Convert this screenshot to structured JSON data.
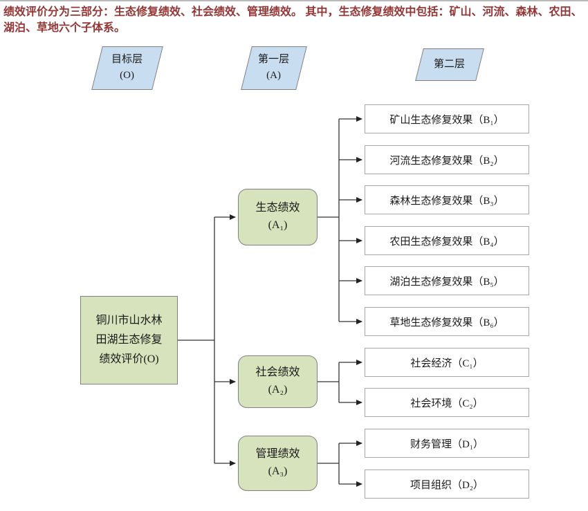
{
  "intro_text": "绩效评价分为三部分：生态修复绩效、社会绩效、管理绩效。 其中，生态修复绩效中包括：矿山、河流、森林、农田、湖泊、草地六个子体系。",
  "colors": {
    "intro_text": "#943634",
    "header_fill": "#c9ddf0",
    "green_fill": "#d6e3bc",
    "box_border": "#808080",
    "line": "#333333"
  },
  "diagram": {
    "headers": [
      "目标层\n(O)",
      "第一层\n(A)",
      "第二层"
    ],
    "root": "铜川市山水林\n田湖生态修复\n绩效评价(O)",
    "a_nodes": [
      "生态绩效\n(A₁)",
      "社会绩效\n(A₂)",
      "管理绩效\n(A₃)"
    ],
    "b_nodes": [
      "矿山生态修复效果（B₁）",
      "河流生态修复效果（B₂）",
      "森林生态修复效果（B₃）",
      "农田生态修复效果（B₄）",
      "湖泊生态修复效果（B₅）",
      "草地生态修复效果（B₆）"
    ],
    "c_nodes": [
      "社会经济（C₁）",
      "社会环境（C₂）"
    ],
    "d_nodes": [
      "财务管理（D₁）",
      "项目组织（D₂）"
    ]
  }
}
